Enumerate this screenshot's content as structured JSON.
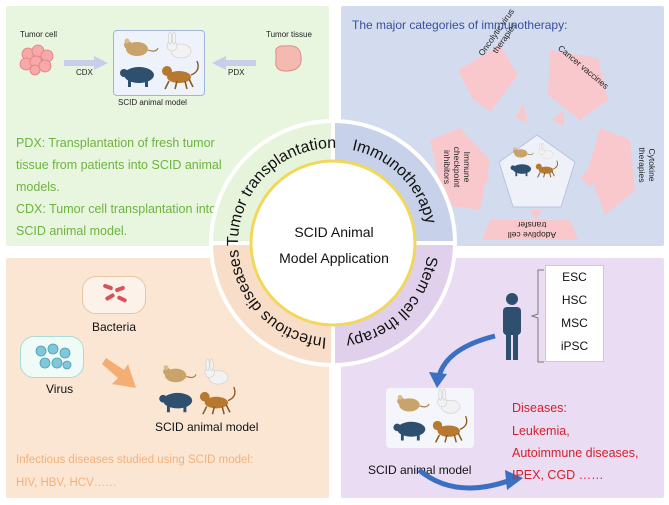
{
  "center": {
    "line1": "SCID Animal",
    "line2": "Model Application"
  },
  "ring": {
    "tl": "Tumor transplantation",
    "tr": "Immunotherapy",
    "bl": "Infectious diseases",
    "br": "Stem cell therapy"
  },
  "tl": {
    "tumor_cell": "Tumor cell",
    "tumor_tissue": "Tumor tissue",
    "cdx": "CDX",
    "pdx": "PDX",
    "model": "SCID animal model",
    "pdx_desc": "PDX: Transplantation of fresh tumor tissue from patients into SCID animal models.",
    "cdx_desc": "CDX: Tumor cell transplantation into SCID animal model."
  },
  "tr": {
    "title": "The major categories of immunotherapy:",
    "oncolytic": "Oncolytic virus therapies",
    "vaccines": "Cancer vaccines",
    "cytokine": "Cytokine therapies",
    "adoptive": "Adoptive cell transfer",
    "checkpoint": "Immune checkpoint inhibitors"
  },
  "bl": {
    "bacteria": "Bacteria",
    "virus": "Virus",
    "model": "SCID animal model",
    "desc1": "Infectious diseases studied using SCID model:",
    "desc2": "HIV, HBV, HCV……"
  },
  "br": {
    "cells": [
      "ESC",
      "HSC",
      "MSC",
      "iPSC"
    ],
    "model": "SCID animal model",
    "diseases": [
      "Diseases:",
      "Leukemia,",
      "Autoimmune diseases,",
      "IPEX, CGD ……"
    ]
  },
  "colors": {
    "green": "#6db33f",
    "orange": "#f2b27a",
    "red": "#d4202c",
    "blue": "#3a4f9a",
    "ring_green": "#e6f4dc",
    "ring_blue": "#c7d1ea",
    "ring_orange": "#f8dec8",
    "ring_purple": "#e0d0ec"
  }
}
